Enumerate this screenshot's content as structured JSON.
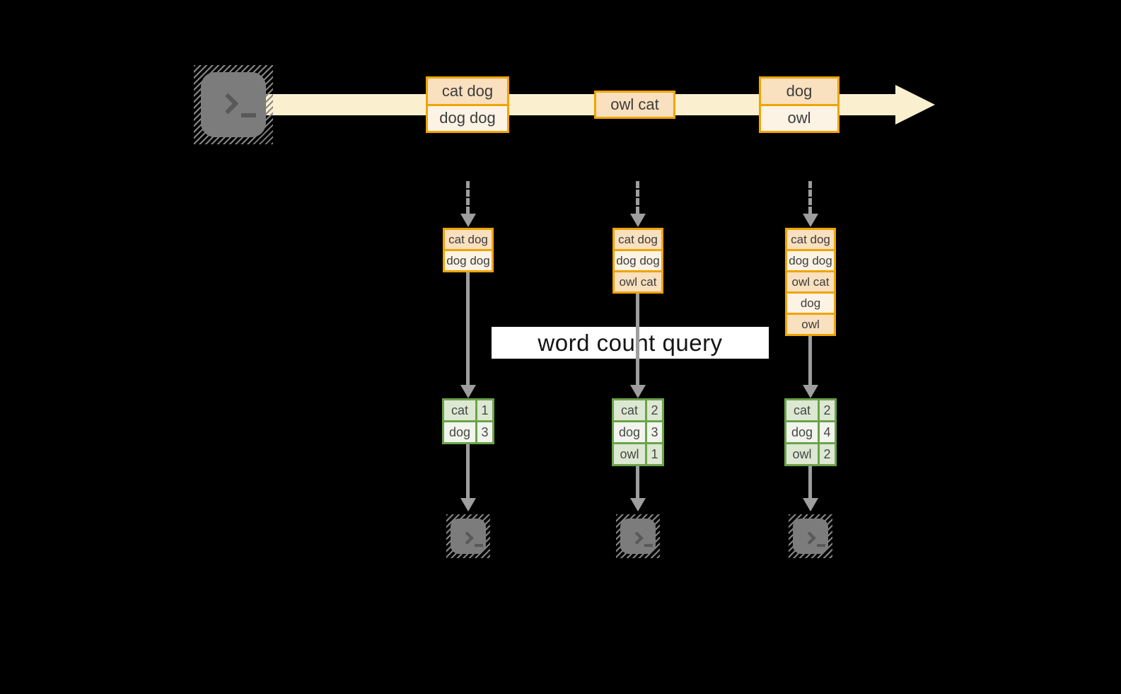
{
  "query_label": "word count query",
  "icons": {
    "source_terminal_glyph": ">_",
    "sink_terminal_glyph": ">_",
    "stream_arrowhead": "right-arrow"
  },
  "stream": {
    "batches": [
      {
        "rows": [
          "cat dog",
          "dog dog"
        ]
      },
      {
        "rows": [
          "owl cat"
        ]
      },
      {
        "rows": [
          "dog",
          "owl"
        ]
      }
    ]
  },
  "columns": [
    {
      "buffer": [
        "cat dog",
        "dog dog"
      ],
      "counts": [
        [
          "cat",
          "1"
        ],
        [
          "dog",
          "3"
        ]
      ]
    },
    {
      "buffer": [
        "cat dog",
        "dog dog",
        "owl cat"
      ],
      "counts": [
        [
          "cat",
          "2"
        ],
        [
          "dog",
          "3"
        ],
        [
          "owl",
          "1"
        ]
      ]
    },
    {
      "buffer": [
        "cat dog",
        "dog dog",
        "owl cat",
        "dog",
        "owl"
      ],
      "counts": [
        [
          "cat",
          "2"
        ],
        [
          "dog",
          "4"
        ],
        [
          "owl",
          "2"
        ]
      ]
    }
  ],
  "colors": {
    "background": "#000000",
    "accent_orange": "#F0A402",
    "peach_dark": "#F9E0BE",
    "peach_light": "#FDF3E5",
    "stream_cream": "#FAF0CF",
    "accent_green": "#6BA44A",
    "green_cell_dark": "#DDE8D3",
    "green_cell_light": "#F1F5ED",
    "arrow_gray": "#9E9E9E",
    "terminal_gray": "#7C7C7C",
    "label_bg": "#FFFFFF"
  }
}
